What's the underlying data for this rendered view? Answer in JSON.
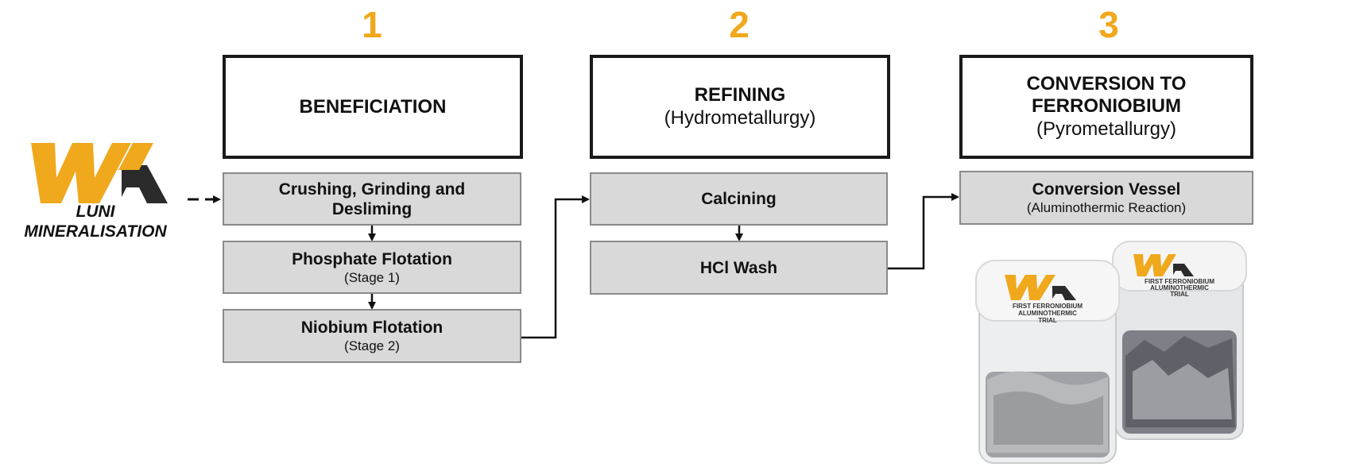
{
  "stages": [
    {
      "number": "1",
      "title": "BENEFICIATION",
      "subtitle": ""
    },
    {
      "number": "2",
      "title": "REFINING",
      "subtitle": "(Hydrometallurgy)"
    },
    {
      "number": "3",
      "title": "CONVERSION TO FERRONIOBIUM",
      "title_line1": "CONVERSION TO",
      "title_line2": "FERRONIOBIUM",
      "subtitle": "(Pyrometallurgy)"
    }
  ],
  "source": {
    "logo_icon": "wa-logo-icon",
    "line1": "LUNI",
    "line2": "MINERALISATION"
  },
  "steps": {
    "crushing": {
      "label_line1": "Crushing, Grinding and",
      "label_line2": "Desliming"
    },
    "phosphate": {
      "label": "Phosphate Flotation",
      "sub": "(Stage 1)"
    },
    "niobium": {
      "label": "Niobium Flotation",
      "sub": "(Stage 2)"
    },
    "calcining": {
      "label": "Calcining"
    },
    "hcl": {
      "label": "HCl Wash"
    },
    "conversion": {
      "label": "Conversion Vessel",
      "sub": "(Aluminothermic Reaction)"
    }
  },
  "jars": {
    "label_line1": "FIRST FERRONIOBIUM",
    "label_line2": "ALUMINOTHERMIC",
    "label_line3": "TRIAL"
  },
  "colors": {
    "accent": "#f0a81c",
    "dark": "#1a1a1a",
    "step_fill": "#d9d9d9",
    "step_border": "#8a8a8a"
  }
}
